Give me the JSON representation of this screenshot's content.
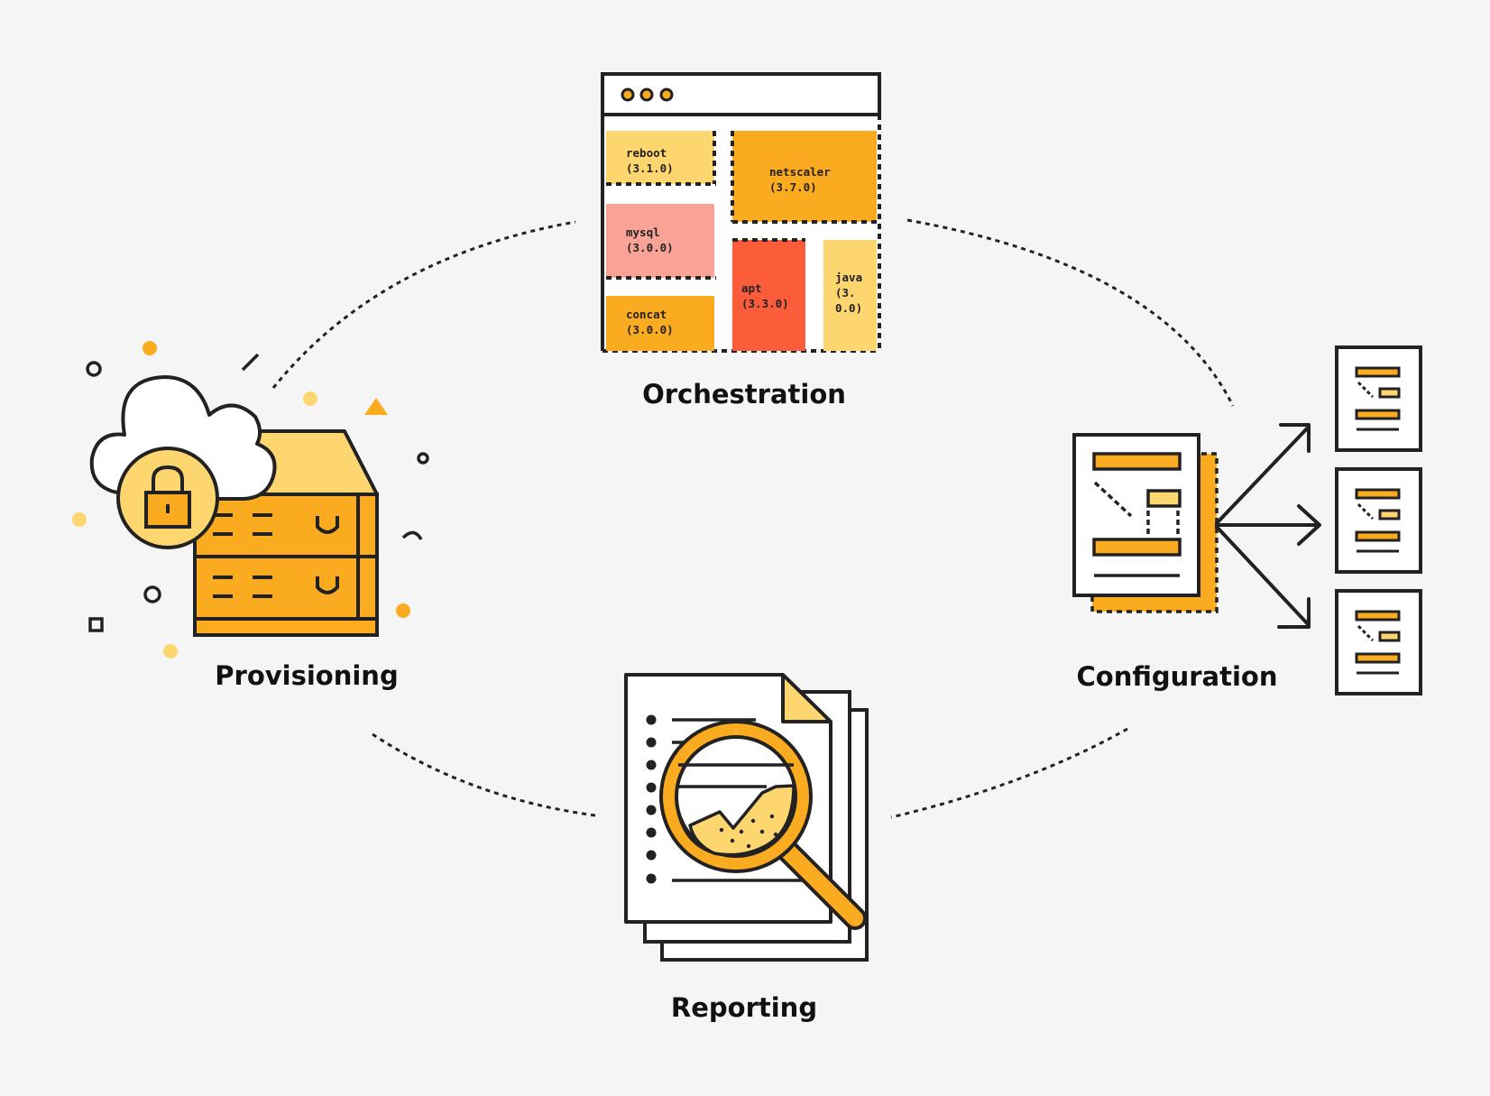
{
  "stages": {
    "orchestration": "Orchestration",
    "provisioning": "Provisioning",
    "configuration": "Configuration",
    "reporting": "Reporting"
  },
  "modules": {
    "reboot": {
      "name": "reboot",
      "version": "(3.1.0)"
    },
    "netscaler": {
      "name": "netscaler",
      "version": "(3.7.0)"
    },
    "mysql": {
      "name": "mysql",
      "version": "(3.0.0)"
    },
    "apt": {
      "name": "apt",
      "version": "(3.3.0)"
    },
    "java": {
      "name": "java",
      "version_part1": "(3.",
      "version_part2": "0.0)"
    },
    "concat": {
      "name": "concat",
      "version": "(3.0.0)"
    }
  },
  "colors": {
    "background": "#f5f5f5",
    "orange": "#fbab1f",
    "light_yellow": "#fed670",
    "pink": "#f9a396",
    "red": "#fb5c3a",
    "outline": "#222222",
    "white": "#ffffff"
  },
  "icons": [
    "browser-window-icon",
    "cloud-lock-server-icon",
    "config-document-fanout-icon",
    "report-magnifier-icon"
  ]
}
